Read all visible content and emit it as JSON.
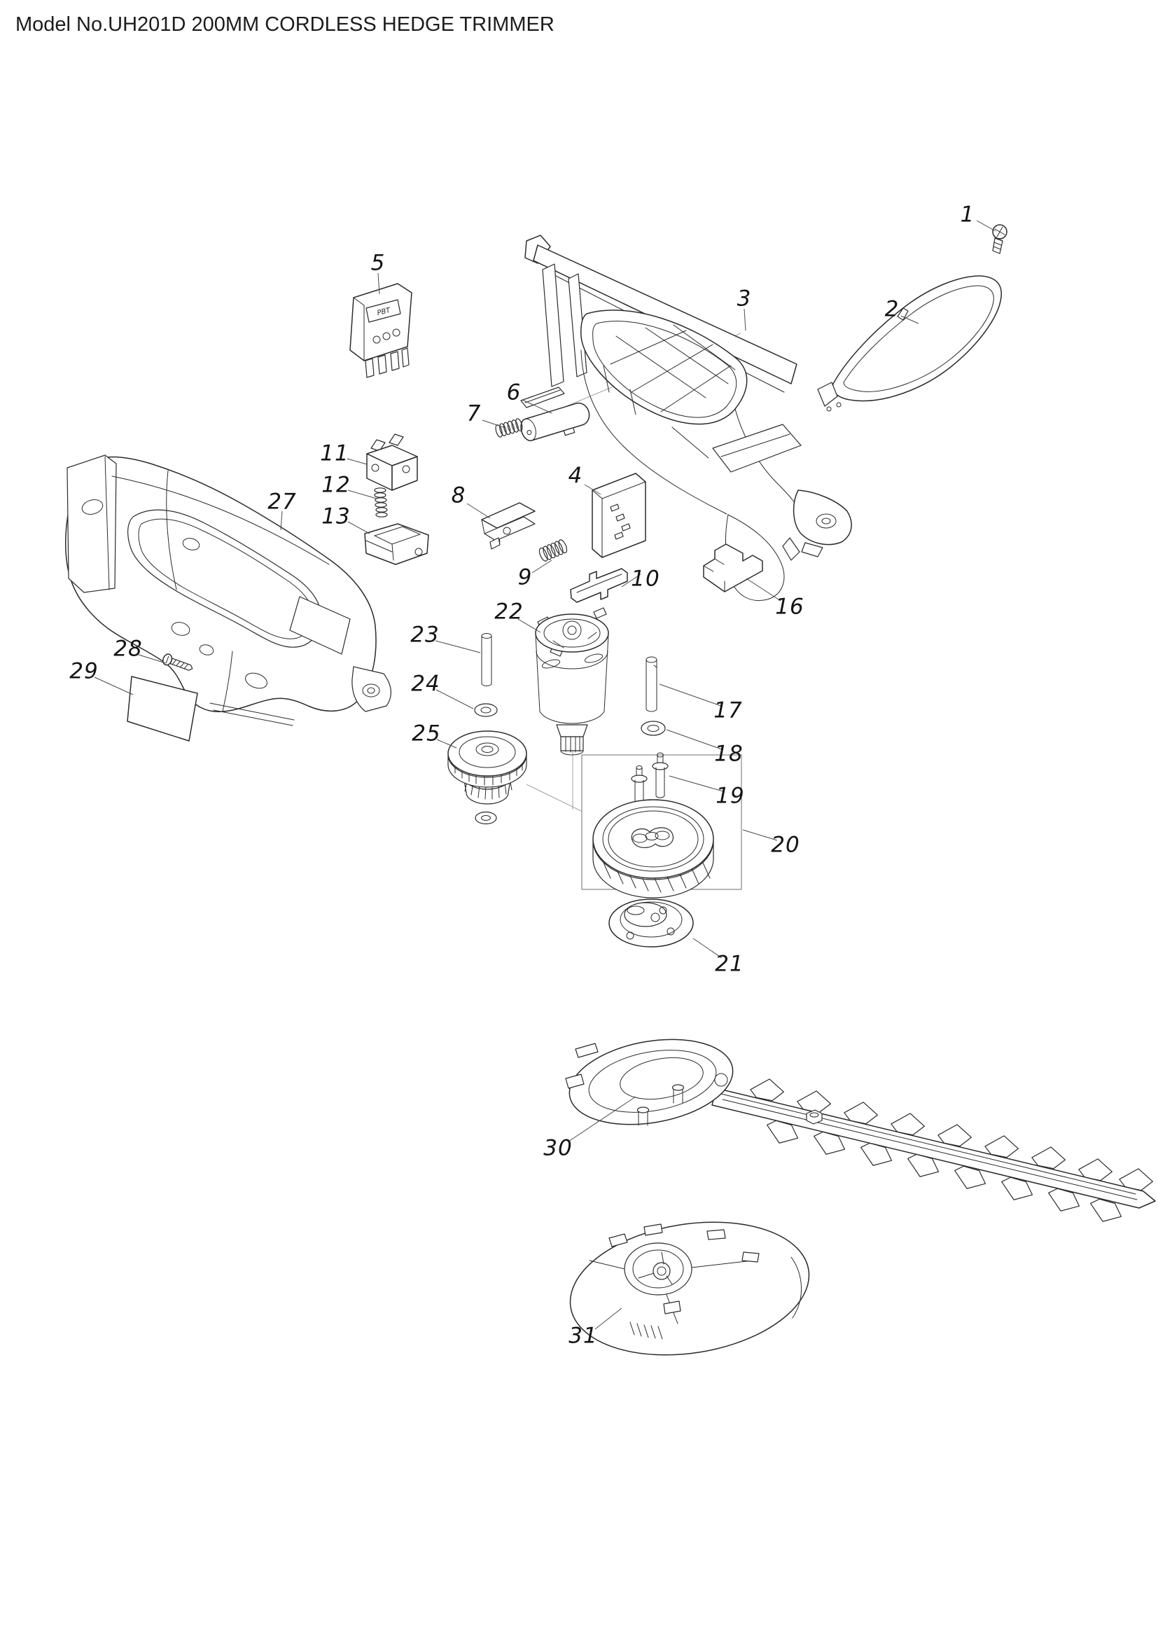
{
  "title": "Model No.UH201D 200MM CORDLESS HEDGE TRIMMER",
  "diagram": {
    "type": "exploded-parts-diagram",
    "markings": {
      "controller": "PBT"
    },
    "callouts": [
      {
        "num": "1",
        "part": "screw"
      },
      {
        "num": "2",
        "part": "housing cover"
      },
      {
        "num": "3",
        "part": "gear housing right"
      },
      {
        "num": "4",
        "part": "terminal plate"
      },
      {
        "num": "5",
        "part": "controller"
      },
      {
        "num": "6",
        "part": "push button"
      },
      {
        "num": "7",
        "part": "spring"
      },
      {
        "num": "8",
        "part": "lock-off lever"
      },
      {
        "num": "9",
        "part": "spring"
      },
      {
        "num": "10",
        "part": "holder"
      },
      {
        "num": "11",
        "part": "switch"
      },
      {
        "num": "12",
        "part": "spring"
      },
      {
        "num": "13",
        "part": "switch holder"
      },
      {
        "num": "16",
        "part": "spacer block"
      },
      {
        "num": "17",
        "part": "pin"
      },
      {
        "num": "18",
        "part": "flat washer"
      },
      {
        "num": "19",
        "part": "pins"
      },
      {
        "num": "20",
        "part": "gear assembly"
      },
      {
        "num": "21",
        "part": "cam plate"
      },
      {
        "num": "22",
        "part": "motor"
      },
      {
        "num": "23",
        "part": "pin"
      },
      {
        "num": "24",
        "part": "flat washer"
      },
      {
        "num": "25",
        "part": "gear"
      },
      {
        "num": "27",
        "part": "housing left"
      },
      {
        "num": "28",
        "part": "screw"
      },
      {
        "num": "29",
        "part": "name plate"
      },
      {
        "num": "30",
        "part": "shear blade assembly"
      },
      {
        "num": "31",
        "part": "blade cover"
      }
    ]
  }
}
